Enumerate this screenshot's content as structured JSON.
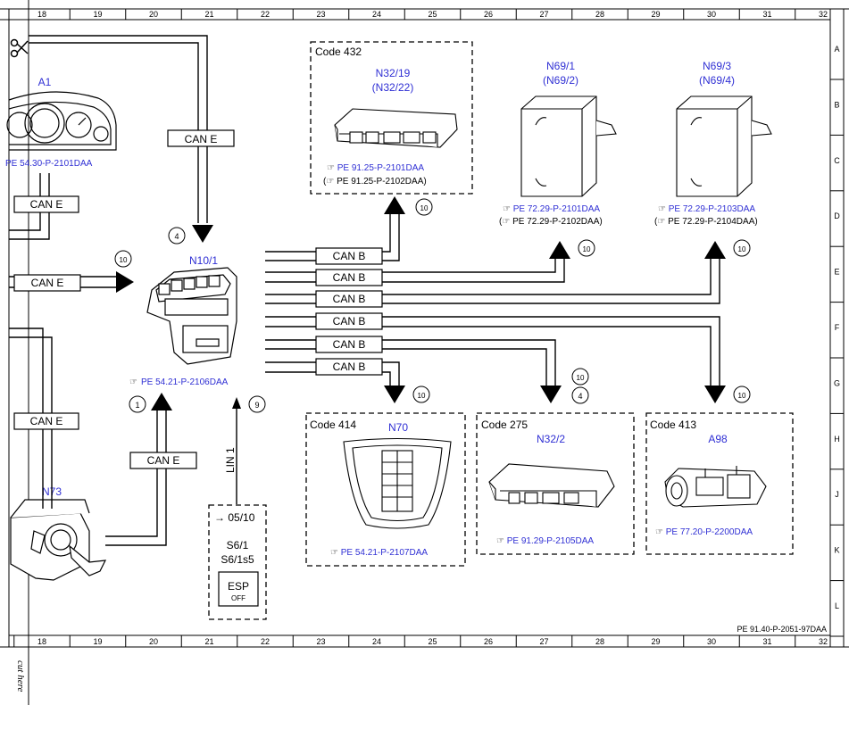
{
  "colors": {
    "label_blue": "#2f2fd4",
    "line": "#000000",
    "paper": "#ffffff"
  },
  "grid": {
    "top_cols": [
      "18",
      "19",
      "20",
      "21",
      "22",
      "23",
      "24",
      "25",
      "26",
      "27",
      "28",
      "29",
      "30",
      "31",
      "32"
    ],
    "bottom_cols": [
      "18",
      "19",
      "20",
      "21",
      "22",
      "23",
      "24",
      "25",
      "26",
      "27",
      "28",
      "29",
      "30",
      "31",
      "32"
    ],
    "rows": [
      "A",
      "B",
      "C",
      "D",
      "E",
      "F",
      "G",
      "H",
      "J",
      "K",
      "L"
    ]
  },
  "cut_here": "cut here",
  "scissors_icon": "scissors-icon",
  "bus": {
    "can_e": "CAN E",
    "can_b": "CAN B",
    "lin": "LIN 1"
  },
  "markers": {
    "m_a1": "4",
    "m_e_in": "10",
    "m_n73": "1",
    "m_lin": "9",
    "m_n32_19": "10",
    "m_n69_1": "10",
    "m_n69_3": "10",
    "m_n70": "10",
    "m_n32_2a": "10",
    "m_n32_2b": "4",
    "m_a98": "10"
  },
  "components": {
    "a1": {
      "id": "A1",
      "ref": "PE 54.30-P-2101DAA"
    },
    "n10_1": {
      "id": "N10/1",
      "ref": "PE 54.21-P-2106DAA"
    },
    "n73": {
      "id": "N73"
    },
    "n32_19": {
      "code": "Code 432",
      "id": "N32/19",
      "alt": "(N32/22)",
      "ref1": "PE 91.25-P-2101DAA",
      "ref2": "PE 91.25-P-2102DAA)"
    },
    "n69_1": {
      "id": "N69/1",
      "alt": "(N69/2)",
      "ref1": "PE 72.29-P-2101DAA",
      "ref2": "PE 72.29-P-2102DAA)"
    },
    "n69_3": {
      "id": "N69/3",
      "alt": "(N69/4)",
      "ref1": "PE 72.29-P-2103DAA",
      "ref2": "PE 72.29-P-2104DAA)"
    },
    "n70": {
      "code": "Code 414",
      "id": "N70",
      "ref": "PE 54.21-P-2107DAA"
    },
    "n32_2": {
      "code": "Code 275",
      "id": "N32/2",
      "ref": "PE 91.29-P-2105DAA"
    },
    "a98": {
      "code": "Code 413",
      "id": "A98",
      "ref": "PE 77.20-P-2200DAA"
    },
    "esp": {
      "ref": "05/10",
      "s1": "S6/1",
      "s2": "S6/1s5",
      "btn": "ESP",
      "btn_sub": "OFF"
    }
  },
  "doc_ref": "PE 91.40-P-2051-97DAA"
}
